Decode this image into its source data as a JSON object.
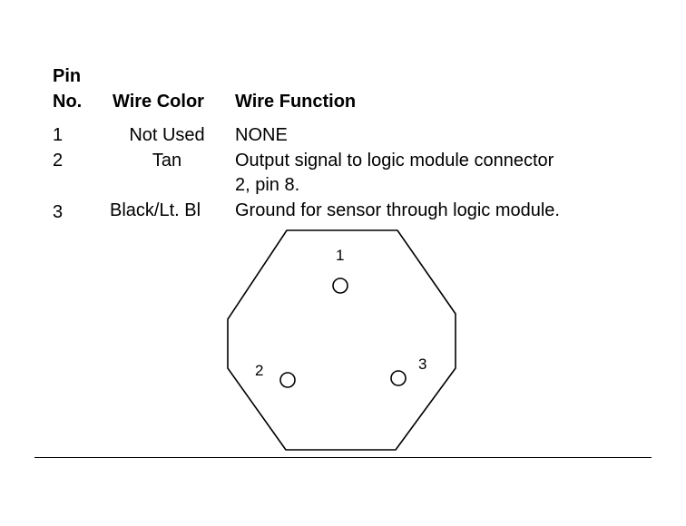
{
  "table": {
    "headers": {
      "pin_line1": "Pin",
      "pin_line2": "No.",
      "wire_color": "Wire Color",
      "wire_function": "Wire Function"
    },
    "rows": [
      {
        "pin": "1",
        "color": "Not Used",
        "function": "NONE"
      },
      {
        "pin": "2",
        "color": "Tan",
        "function": "Output signal to logic module connector",
        "function_cont": "2, pin 8."
      },
      {
        "pin": "3",
        "color": "Black/Lt. Bl",
        "function": "Ground for sensor through logic module."
      }
    ]
  },
  "connector": {
    "pin_labels": [
      "1",
      "2",
      "3"
    ]
  }
}
